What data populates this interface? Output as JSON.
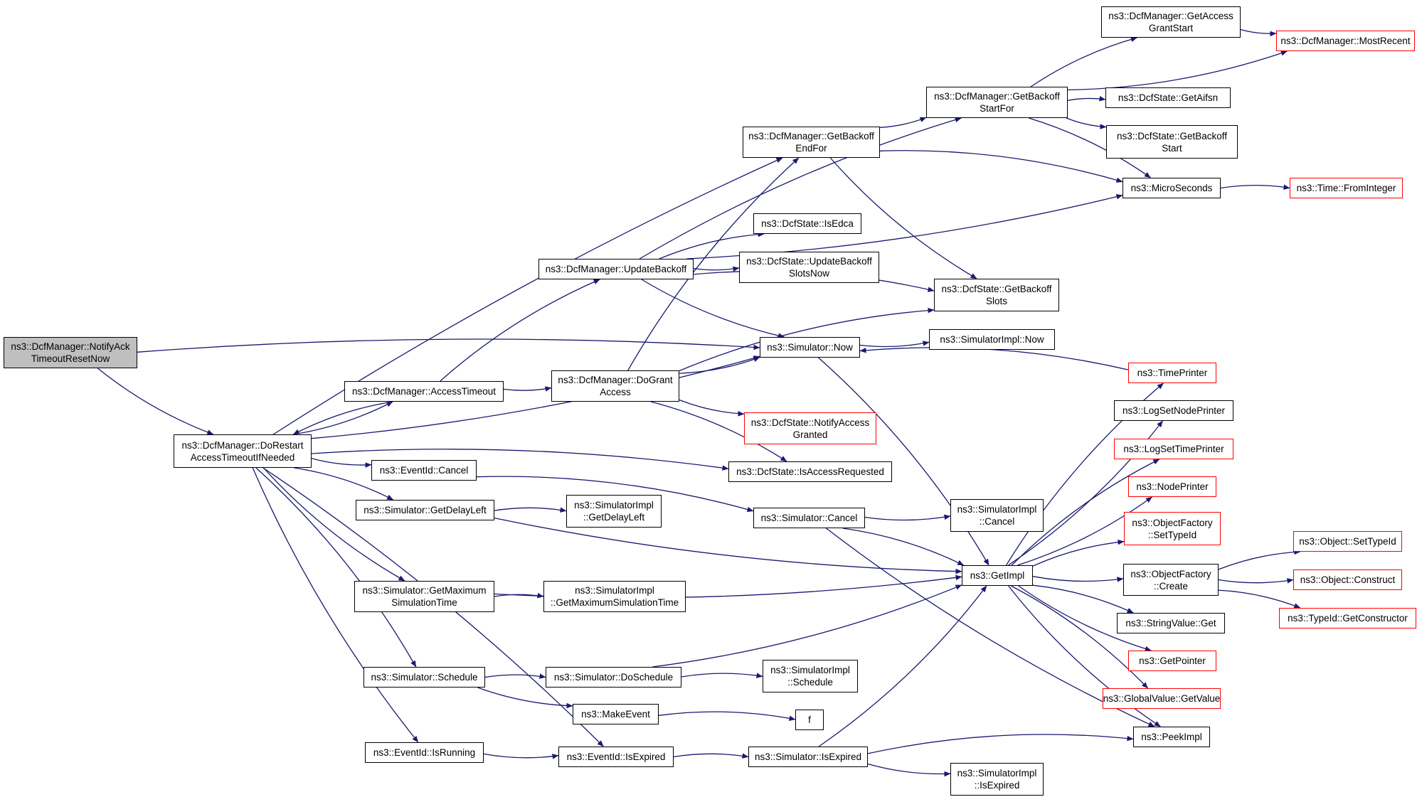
{
  "colors": {
    "edge": "#191970",
    "border_normal": "#000000",
    "border_truncated": "#ff0000",
    "current_fill": "#bfbfbf"
  },
  "nodes": [
    {
      "id": "notifyack",
      "lines": [
        "ns3::DcfManager::NotifyAck",
        "TimeoutResetNow"
      ],
      "current": true
    },
    {
      "id": "dorestart",
      "lines": [
        "ns3::DcfManager::DoRestart",
        "AccessTimeoutIfNeeded"
      ]
    },
    {
      "id": "accesstimeout",
      "lines": [
        "ns3::DcfManager::AccessTimeout"
      ]
    },
    {
      "id": "updatebackoff",
      "lines": [
        "ns3::DcfManager::UpdateBackoff"
      ]
    },
    {
      "id": "dogrant",
      "lines": [
        "ns3::DcfManager::DoGrant",
        "Access"
      ]
    },
    {
      "id": "getbackoffend",
      "lines": [
        "ns3::DcfManager::GetBackoff",
        "EndFor"
      ]
    },
    {
      "id": "getbackoffstart",
      "lines": [
        "ns3::DcfManager::GetBackoff",
        "StartFor"
      ]
    },
    {
      "id": "getaccessgrant",
      "lines": [
        "ns3::DcfManager::GetAccess",
        "GrantStart"
      ]
    },
    {
      "id": "mostrecent",
      "lines": [
        "ns3::DcfManager::MostRecent"
      ],
      "red": true
    },
    {
      "id": "getaifsn",
      "lines": [
        "ns3::DcfState::GetAifsn"
      ]
    },
    {
      "id": "dcfgetbackoffstart",
      "lines": [
        "ns3::DcfState::GetBackoff",
        "Start"
      ]
    },
    {
      "id": "microseconds",
      "lines": [
        "ns3::MicroSeconds"
      ]
    },
    {
      "id": "frominteger",
      "lines": [
        "ns3::Time::FromInteger"
      ],
      "red": true
    },
    {
      "id": "isedca",
      "lines": [
        "ns3::DcfState::IsEdca"
      ]
    },
    {
      "id": "updatebackoffslots",
      "lines": [
        "ns3::DcfState::UpdateBackoff",
        "SlotsNow"
      ]
    },
    {
      "id": "getbackoffslots",
      "lines": [
        "ns3::DcfState::GetBackoff",
        "Slots"
      ]
    },
    {
      "id": "simnow",
      "lines": [
        "ns3::Simulator::Now"
      ]
    },
    {
      "id": "simimplnow",
      "lines": [
        "ns3::SimulatorImpl::Now"
      ]
    },
    {
      "id": "timeprinter",
      "lines": [
        "ns3::TimePrinter"
      ],
      "red": true
    },
    {
      "id": "notifyaccessgranted",
      "lines": [
        "ns3::DcfState::NotifyAccess",
        "Granted"
      ],
      "red": true
    },
    {
      "id": "isaccessrequested",
      "lines": [
        "ns3::DcfState::IsAccessRequested"
      ]
    },
    {
      "id": "eventcancel",
      "lines": [
        "ns3::EventId::Cancel"
      ]
    },
    {
      "id": "simcancel",
      "lines": [
        "ns3::Simulator::Cancel"
      ]
    },
    {
      "id": "simimplcancel",
      "lines": [
        "ns3::SimulatorImpl",
        "::Cancel"
      ]
    },
    {
      "id": "getdelayleft",
      "lines": [
        "ns3::Simulator::GetDelayLeft"
      ]
    },
    {
      "id": "simimplgetdelayleft",
      "lines": [
        "ns3::SimulatorImpl",
        "::GetDelayLeft"
      ]
    },
    {
      "id": "getmaxsim",
      "lines": [
        "ns3::Simulator::GetMaximum",
        "SimulationTime"
      ]
    },
    {
      "id": "simimplgetmaxsim",
      "lines": [
        "ns3::SimulatorImpl",
        "::GetMaximumSimulationTime"
      ]
    },
    {
      "id": "simschedule",
      "lines": [
        "ns3::Simulator::Schedule"
      ]
    },
    {
      "id": "doschedule",
      "lines": [
        "ns3::Simulator::DoSchedule"
      ]
    },
    {
      "id": "simimplschedule",
      "lines": [
        "ns3::SimulatorImpl",
        "::Schedule"
      ]
    },
    {
      "id": "makeevent",
      "lines": [
        "ns3::MakeEvent"
      ]
    },
    {
      "id": "f",
      "lines": [
        "f"
      ]
    },
    {
      "id": "isrunning",
      "lines": [
        "ns3::EventId::IsRunning"
      ]
    },
    {
      "id": "eventisexpired",
      "lines": [
        "ns3::EventId::IsExpired"
      ]
    },
    {
      "id": "simisexpired",
      "lines": [
        "ns3::Simulator::IsExpired"
      ]
    },
    {
      "id": "simimplisexpired",
      "lines": [
        "ns3::SimulatorImpl",
        "::IsExpired"
      ]
    },
    {
      "id": "getimpl",
      "lines": [
        "ns3::GetImpl"
      ]
    },
    {
      "id": "logsetnodeprinter",
      "lines": [
        "ns3::LogSetNodePrinter"
      ]
    },
    {
      "id": "logsettimeprinter",
      "lines": [
        "ns3::LogSetTimePrinter"
      ],
      "red": true
    },
    {
      "id": "nodeprinter",
      "lines": [
        "ns3::NodePrinter"
      ],
      "red": true
    },
    {
      "id": "settypeid",
      "lines": [
        "ns3::ObjectFactory",
        "::SetTypeId"
      ],
      "red": true
    },
    {
      "id": "ofcreate",
      "lines": [
        "ns3::ObjectFactory",
        "::Create"
      ]
    },
    {
      "id": "stringvalueget",
      "lines": [
        "ns3::StringValue::Get"
      ]
    },
    {
      "id": "getpointer",
      "lines": [
        "ns3::GetPointer"
      ],
      "red": true
    },
    {
      "id": "globalvalueget",
      "lines": [
        "ns3::GlobalValue::GetValue"
      ],
      "red": true
    },
    {
      "id": "peekimpl",
      "lines": [
        "ns3::PeekImpl"
      ]
    },
    {
      "id": "objsettypeid",
      "lines": [
        "ns3::Object::SetTypeId"
      ],
      "red": true
    },
    {
      "id": "objconstruct",
      "lines": [
        "ns3::Object::Construct"
      ],
      "red": true
    },
    {
      "id": "typeidgetconstructor",
      "lines": [
        "ns3::TypeId::GetConstructor"
      ],
      "red": true
    }
  ],
  "edges": [
    [
      "notifyack",
      "dorestart"
    ],
    [
      "notifyack",
      "simnow"
    ],
    [
      "dorestart",
      "accesstimeout"
    ],
    [
      "dorestart",
      "getbackoffend"
    ],
    [
      "dorestart",
      "simnow"
    ],
    [
      "dorestart",
      "isaccessrequested"
    ],
    [
      "dorestart",
      "eventcancel"
    ],
    [
      "dorestart",
      "getdelayleft"
    ],
    [
      "dorestart",
      "getmaxsim"
    ],
    [
      "dorestart",
      "simschedule"
    ],
    [
      "dorestart",
      "isrunning"
    ],
    [
      "dorestart",
      "eventisexpired"
    ],
    [
      "accesstimeout",
      "dorestart"
    ],
    [
      "accesstimeout",
      "updatebackoff"
    ],
    [
      "accesstimeout",
      "dogrant"
    ],
    [
      "updatebackoff",
      "getbackoffstart"
    ],
    [
      "updatebackoff",
      "microseconds"
    ],
    [
      "updatebackoff",
      "isedca"
    ],
    [
      "updatebackoff",
      "updatebackoffslots"
    ],
    [
      "updatebackoff",
      "getbackoffslots"
    ],
    [
      "updatebackoff",
      "simnow"
    ],
    [
      "dogrant",
      "getbackoffend"
    ],
    [
      "dogrant",
      "simnow"
    ],
    [
      "dogrant",
      "getbackoffslots"
    ],
    [
      "dogrant",
      "notifyaccessgranted"
    ],
    [
      "dogrant",
      "isaccessrequested"
    ],
    [
      "getbackoffend",
      "getbackoffstart"
    ],
    [
      "getbackoffend",
      "microseconds"
    ],
    [
      "getbackoffend",
      "getbackoffslots"
    ],
    [
      "getbackoffstart",
      "getaccessgrant"
    ],
    [
      "getbackoffstart",
      "mostrecent"
    ],
    [
      "getbackoffstart",
      "getaifsn"
    ],
    [
      "getbackoffstart",
      "dcfgetbackoffstart"
    ],
    [
      "getbackoffstart",
      "microseconds"
    ],
    [
      "getaccessgrant",
      "mostrecent"
    ],
    [
      "microseconds",
      "frominteger"
    ],
    [
      "simnow",
      "simimplnow"
    ],
    [
      "simnow",
      "getimpl"
    ],
    [
      "timeprinter",
      "simnow"
    ],
    [
      "eventcancel",
      "simcancel"
    ],
    [
      "simcancel",
      "simimplcancel"
    ],
    [
      "simcancel",
      "getimpl"
    ],
    [
      "simcancel",
      "peekimpl"
    ],
    [
      "getdelayleft",
      "simimplgetdelayleft"
    ],
    [
      "getdelayleft",
      "getimpl"
    ],
    [
      "getmaxsim",
      "simimplgetmaxsim"
    ],
    [
      "getmaxsim",
      "getimpl"
    ],
    [
      "simschedule",
      "doschedule"
    ],
    [
      "simschedule",
      "makeevent"
    ],
    [
      "doschedule",
      "simimplschedule"
    ],
    [
      "doschedule",
      "getimpl"
    ],
    [
      "makeevent",
      "f"
    ],
    [
      "isrunning",
      "eventisexpired"
    ],
    [
      "eventisexpired",
      "simisexpired"
    ],
    [
      "simisexpired",
      "getimpl"
    ],
    [
      "simisexpired",
      "peekimpl"
    ],
    [
      "simisexpired",
      "simimplisexpired"
    ],
    [
      "getimpl",
      "timeprinter"
    ],
    [
      "getimpl",
      "logsetnodeprinter"
    ],
    [
      "getimpl",
      "logsettimeprinter"
    ],
    [
      "getimpl",
      "nodeprinter"
    ],
    [
      "getimpl",
      "settypeid"
    ],
    [
      "getimpl",
      "ofcreate"
    ],
    [
      "getimpl",
      "stringvalueget"
    ],
    [
      "getimpl",
      "getpointer"
    ],
    [
      "getimpl",
      "globalvalueget"
    ],
    [
      "getimpl",
      "peekimpl"
    ],
    [
      "ofcreate",
      "objsettypeid"
    ],
    [
      "ofcreate",
      "objconstruct"
    ],
    [
      "ofcreate",
      "typeidgetconstructor"
    ]
  ]
}
